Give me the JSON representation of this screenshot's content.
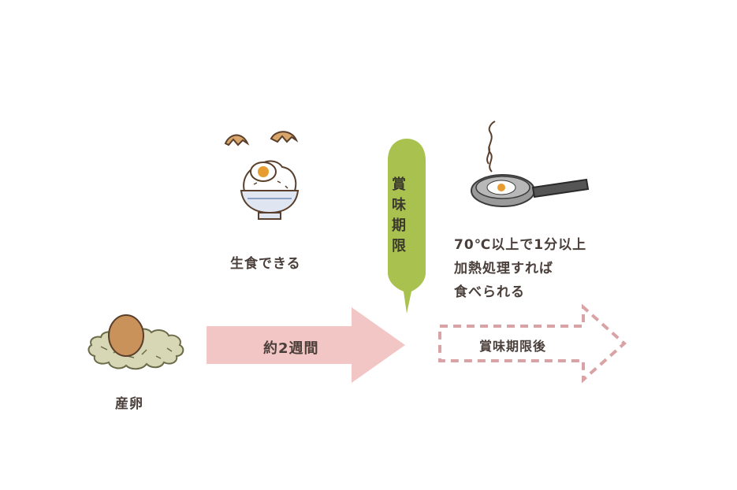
{
  "steps": {
    "egg_laid": "産卵",
    "raw_ok": "生食できる",
    "cook_line1": "70℃以上で1分以上",
    "cook_line2": "加熱処理すれば",
    "cook_line3": "食べられる"
  },
  "arrows": {
    "two_weeks": "約2週間",
    "after_expiry": "賞味期限後"
  },
  "expiry_marker": {
    "chars": [
      "賞",
      "味",
      "期",
      "限"
    ],
    "color": "#a9c24f"
  },
  "colors": {
    "solid_arrow": "#f2c6c4",
    "dashed_arrow": "#d9a3a6",
    "text": "#4a3f3a"
  },
  "icons": [
    "egg-in-nest-icon",
    "rice-bowl-with-egg-icon",
    "frying-pan-with-egg-icon"
  ]
}
